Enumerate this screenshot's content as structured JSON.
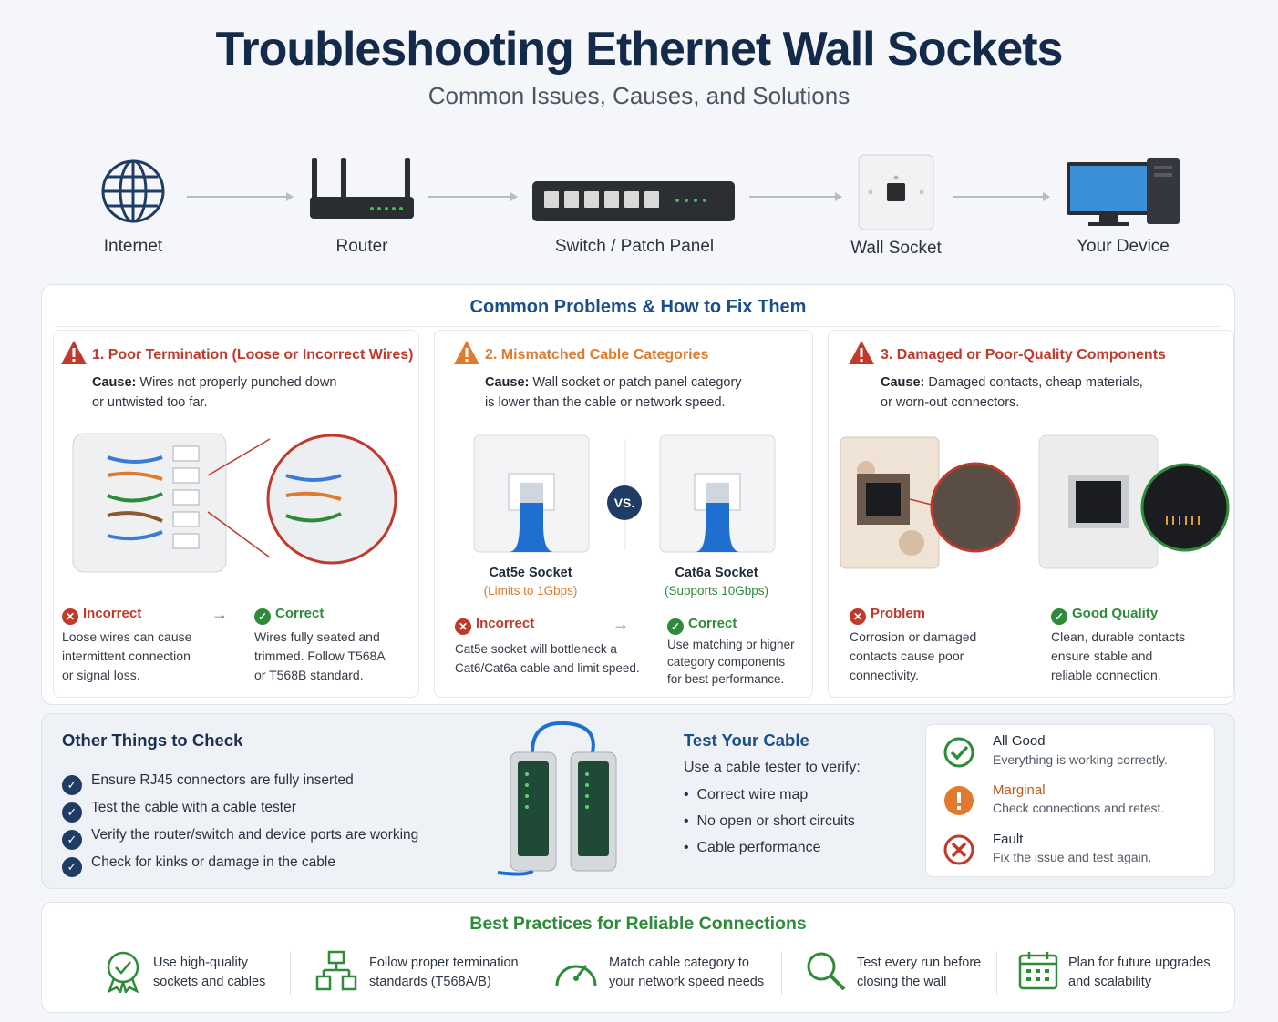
{
  "header": {
    "title": "Troubleshooting Ethernet Wall Sockets",
    "subtitle": "Common Issues, Causes, and Solutions"
  },
  "flow": {
    "items": [
      {
        "label": "Internet",
        "icon": "globe-icon"
      },
      {
        "label": "Router",
        "icon": "router-icon"
      },
      {
        "label": "Switch / Patch Panel",
        "icon": "switch-icon"
      },
      {
        "label": "Wall Socket",
        "icon": "wall-socket-icon"
      },
      {
        "label": "Your Device",
        "icon": "computer-icon"
      }
    ]
  },
  "problems": {
    "heading": "Common Problems & How to Fix Them",
    "p1": {
      "title": "1. Poor Termination (Loose or Incorrect Wires)",
      "cause_label": "Cause:",
      "cause_line1": "Wires not properly punched down",
      "cause_line2": "or untwisted too far.",
      "bad_label": "Incorrect",
      "bad_line1": "Loose wires can cause",
      "bad_line2": "intermittent connection",
      "bad_line3": "or signal loss.",
      "good_label": "Correct",
      "good_line1": "Wires fully seated and",
      "good_line2": "trimmed. Follow T568A",
      "good_line3": "or T568B standard."
    },
    "p2": {
      "title": "2. Mismatched Cable Categories",
      "cause_label": "Cause:",
      "cause_line1": "Wall socket or patch panel category",
      "cause_line2": "is lower than the cable or network speed.",
      "vs": "VS.",
      "left_name": "Cat5e Socket",
      "left_note": "(Limits to 1Gbps)",
      "right_name": "Cat6a Socket",
      "right_note": "(Supports 10Gbps)",
      "bad_label": "Incorrect",
      "bad_line1": "Cat5e socket will bottleneck a",
      "bad_line2": "Cat6/Cat6a cable and limit speed.",
      "good_label": "Correct",
      "good_line1": "Use matching or higher",
      "good_line2": "category components",
      "good_line3": "for best performance."
    },
    "p3": {
      "title": "3. Damaged or Poor-Quality Components",
      "cause_label": "Cause:",
      "cause_line1": "Damaged contacts, cheap materials,",
      "cause_line2": "or worn-out connectors.",
      "bad_label": "Problem",
      "bad_line1": "Corrosion or damaged",
      "bad_line2": "contacts cause poor",
      "bad_line3": "connectivity.",
      "good_label": "Good Quality",
      "good_line1": "Clean, durable contacts",
      "good_line2": "ensure stable and",
      "good_line3": "reliable connection."
    }
  },
  "checks": {
    "heading": "Other Things to Check",
    "items": [
      "Ensure RJ45 connectors are fully inserted",
      "Test the cable with a cable tester",
      "Verify the router/switch and device ports are working",
      "Check for kinks or damage in the cable"
    ]
  },
  "tester": {
    "heading": "Test Your Cable",
    "intro": "Use a cable tester to verify:",
    "items": [
      "Correct wire map",
      "No open or short circuits",
      "Cable performance"
    ]
  },
  "results": [
    {
      "title": "All Good",
      "desc": "Everything is working correctly.",
      "color": "#2e8b3a"
    },
    {
      "title": "Marginal",
      "desc": "Check connections and retest.",
      "color": "#e07a2f"
    },
    {
      "title": "Fault",
      "desc": "Fix the issue and test again.",
      "color": "#c0392b"
    }
  ],
  "best_practices": {
    "heading": "Best Practices for Reliable Connections",
    "items": [
      {
        "line1": "Use high-quality",
        "line2": "sockets and cables",
        "icon": "award-ribbon-icon"
      },
      {
        "line1": "Follow proper termination",
        "line2": "standards (T568A/B)",
        "icon": "network-diagram-icon"
      },
      {
        "line1": "Match cable category to",
        "line2": "your network speed needs",
        "icon": "speedometer-icon"
      },
      {
        "line1": "Test every run before",
        "line2": "closing the wall",
        "icon": "magnifier-icon"
      },
      {
        "line1": "Plan for future upgrades",
        "line2": "and scalability",
        "icon": "calendar-icon"
      }
    ]
  },
  "colors": {
    "navy": "#142a4a",
    "blue": "#1a4f8c",
    "red": "#c0392b",
    "orange": "#e07a2f",
    "green": "#2e8b3a"
  }
}
